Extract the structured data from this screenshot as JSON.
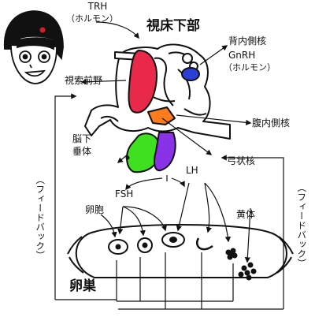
{
  "labels": {
    "trh": "TRH",
    "trh_sub": "（ホルモン）",
    "hypothalamus": "視床下部",
    "preoptic": "視索前野",
    "dorsomedial": "背内側核",
    "gnrh": "GnRH",
    "gnrh_sub": "（ホルモン）",
    "ventromedial": "腹内側核",
    "arcuate": "弓状核",
    "pituitary_line1": "脳下",
    "pituitary_line2": "垂体",
    "lh": "LH",
    "fsh": "FSH",
    "follicle": "卵胞",
    "corpus_luteum": "黄体",
    "ovary": "卵巣",
    "feedback_left": "（フィードバック）",
    "feedback_right": "（フィードバック）"
  },
  "colors": {
    "preoptic_area": "#e8294a",
    "dorsomedial_nucleus": "#2a3fd6",
    "ventromedial_nucleus": "#ff7b1c",
    "anterior_pituitary": "#3ee020",
    "posterior_pituitary": "#8a32e8",
    "face_accent": "#d0202a"
  },
  "icons": {
    "face": "girl-face-icon"
  }
}
